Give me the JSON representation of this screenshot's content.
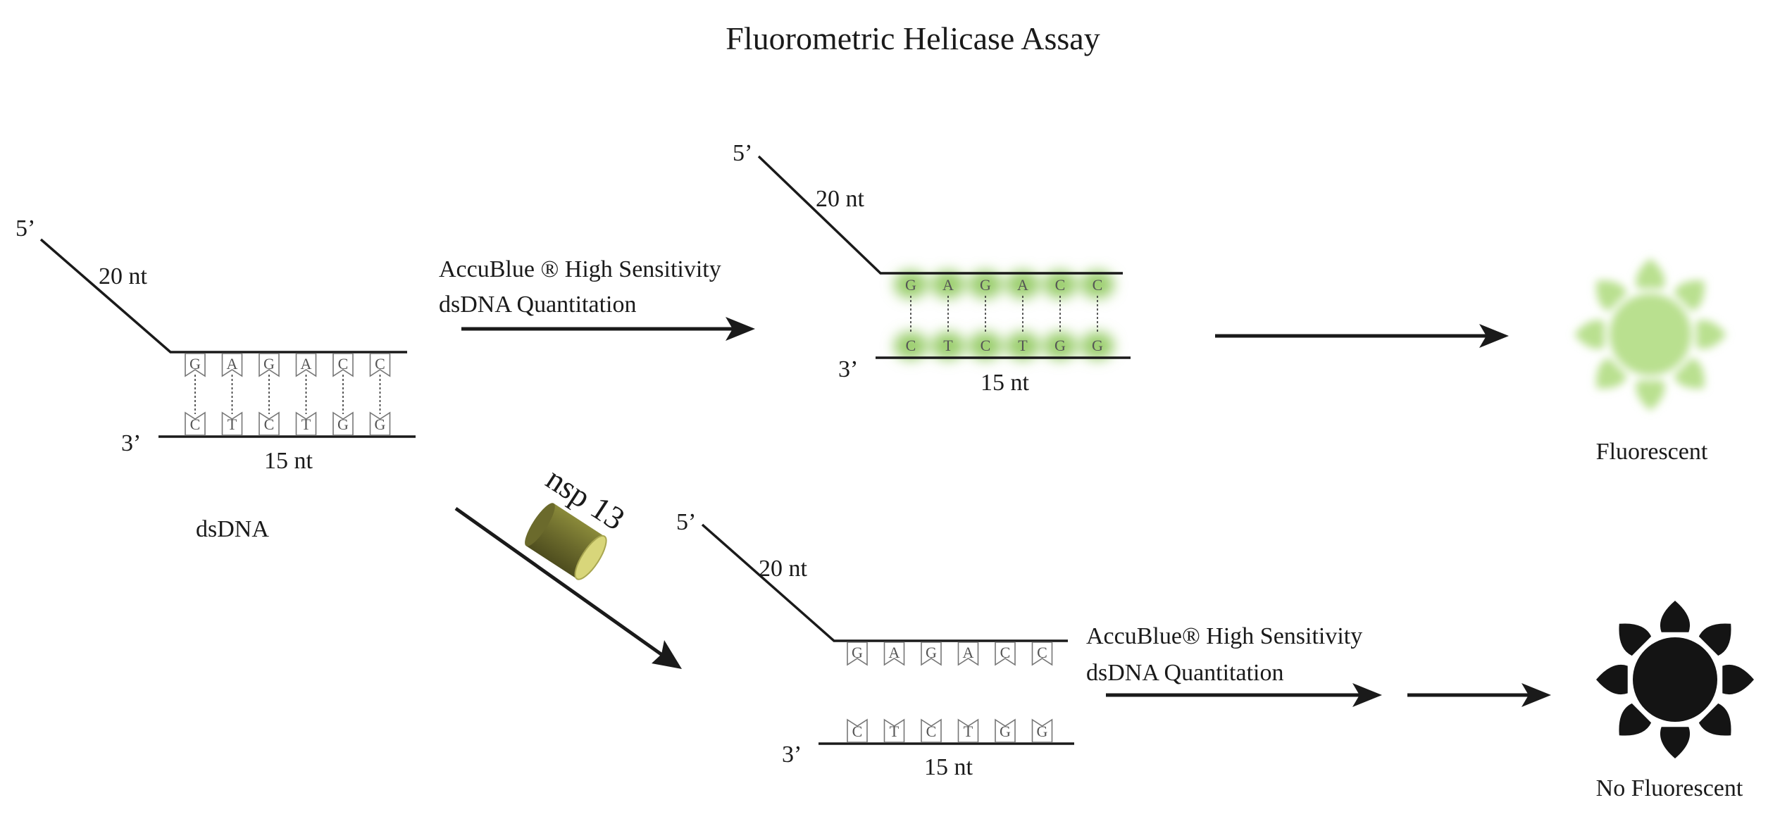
{
  "title": "Fluorometric Helicase Assay",
  "colors": {
    "strand": "#1a1a1a",
    "fluor_glow": "#9ccf6f",
    "sun_bright": "#b9e08f",
    "sun_dark": "#141414",
    "enzyme_body": "#6b6a2c",
    "enzyme_face": "#d8d67a"
  },
  "panel_input": {
    "prime5": "5’",
    "prime3": "3’",
    "overhang": "20 nt",
    "duplex": "15 nt",
    "label": "dsDNA",
    "top_bases": [
      "G",
      "A",
      "G",
      "A",
      "C",
      "C"
    ],
    "bottom_bases": [
      "C",
      "T",
      "C",
      "T",
      "G",
      "G"
    ]
  },
  "panel_top": {
    "reagent_line1": "AccuBlue ® High Sensitivity",
    "reagent_line2": "dsDNA Quantitation",
    "prime5": "5’",
    "prime3": "3’",
    "overhang": "20 nt",
    "duplex": "15 nt",
    "top_bases": [
      "G",
      "A",
      "G",
      "A",
      "C",
      "C"
    ],
    "bottom_bases": [
      "C",
      "T",
      "C",
      "T",
      "G",
      "G"
    ],
    "result": "Fluorescent"
  },
  "enzyme": {
    "label": "nsp 13",
    "icon": "enzyme-cylinder-icon"
  },
  "panel_bottom": {
    "reagent_line1": "AccuBlue®  High Sensitivity",
    "reagent_line2": "dsDNA Quantitation",
    "prime5": "5’",
    "prime3": "3’",
    "overhang": "20 nt",
    "duplex": "15 nt",
    "top_bases": [
      "G",
      "A",
      "G",
      "A",
      "C",
      "C"
    ],
    "bottom_bases": [
      "C",
      "T",
      "C",
      "T",
      "G",
      "G"
    ],
    "result": "No Fluorescent"
  }
}
